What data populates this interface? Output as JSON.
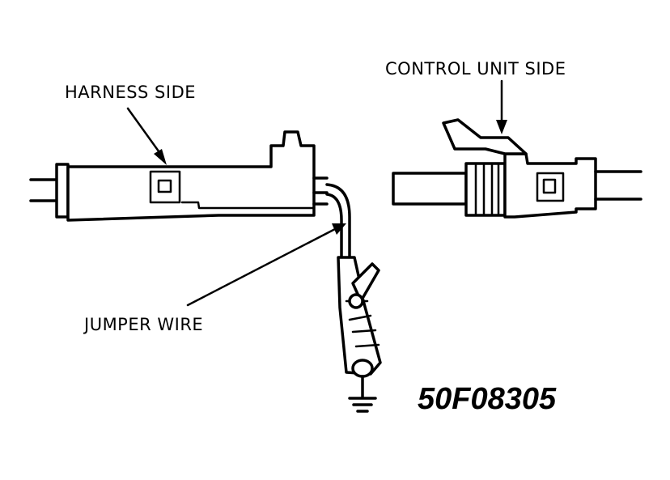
{
  "labels": {
    "harness_side": "HARNESS SIDE",
    "control_unit_side": "CONTROL UNIT SIDE",
    "jumper_wire": "JUMPER WIRE"
  },
  "figure_code": "50F08305"
}
